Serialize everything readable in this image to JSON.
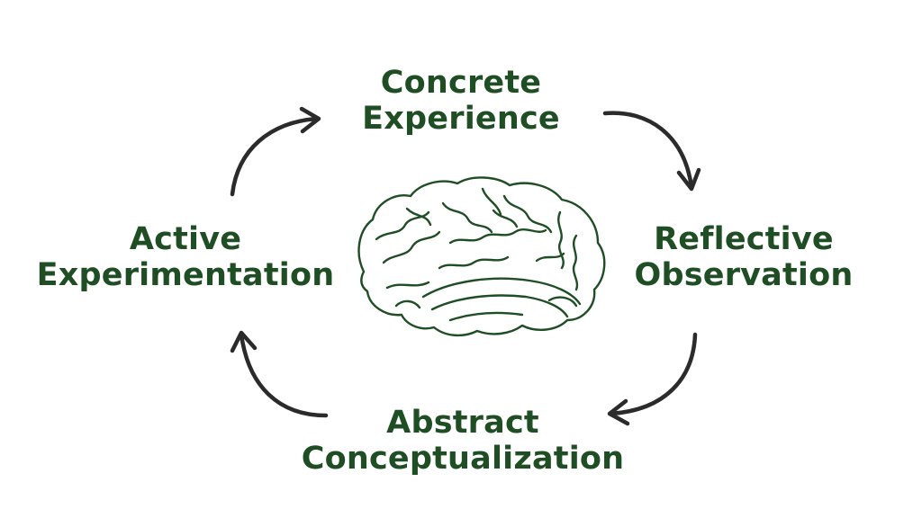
{
  "colors": {
    "text": "#1f4d24",
    "arrow": "#2b2b2b",
    "brain_stroke": "#1f4d24",
    "background": "#ffffff"
  },
  "stages": {
    "top": {
      "line1": "Concrete",
      "line2": "Experience"
    },
    "right": {
      "line1": "Reflective",
      "line2": "Observation"
    },
    "bottom": {
      "line1": "Abstract",
      "line2": "Conceptualization"
    },
    "left": {
      "line1": "Active",
      "line2": "Experimentation"
    }
  },
  "center_icon": "brain-icon",
  "arrow_icons": [
    "arrow-top-right-icon",
    "arrow-bottom-right-icon",
    "arrow-bottom-left-icon",
    "arrow-top-left-icon"
  ]
}
